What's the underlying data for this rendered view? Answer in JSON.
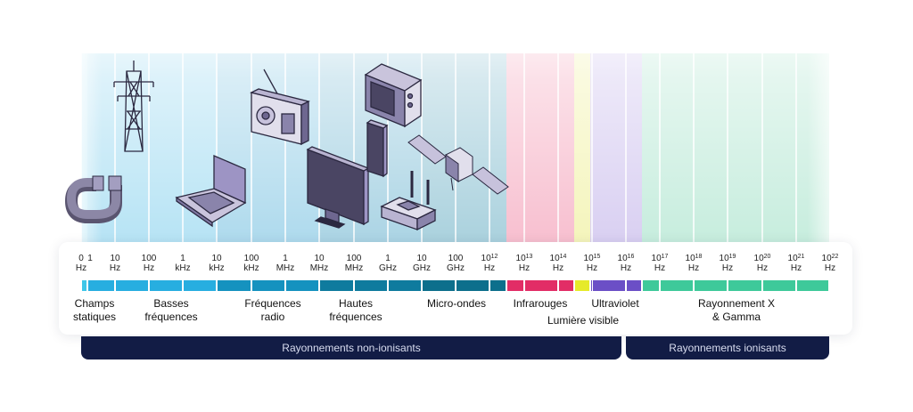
{
  "frequencies": [
    {
      "base": "0",
      "exp": "",
      "unit": "Hz"
    },
    {
      "base": "10",
      "exp": "",
      "unit": "Hz"
    },
    {
      "base": "100",
      "exp": "",
      "unit": "Hz"
    },
    {
      "base": "1",
      "exp": "",
      "unit": "kHz"
    },
    {
      "base": "10",
      "exp": "",
      "unit": "kHz"
    },
    {
      "base": "100",
      "exp": "",
      "unit": "kHz"
    },
    {
      "base": "1",
      "exp": "",
      "unit": "MHz"
    },
    {
      "base": "10",
      "exp": "",
      "unit": "MHz"
    },
    {
      "base": "100",
      "exp": "",
      "unit": "MHz"
    },
    {
      "base": "1",
      "exp": "",
      "unit": "GHz"
    },
    {
      "base": "10",
      "exp": "",
      "unit": "GHz"
    },
    {
      "base": "100",
      "exp": "",
      "unit": "GHz"
    },
    {
      "base": "10",
      "exp": "12",
      "unit": "Hz"
    },
    {
      "base": "10",
      "exp": "13",
      "unit": "Hz"
    },
    {
      "base": "10",
      "exp": "14",
      "unit": "Hz"
    },
    {
      "base": "10",
      "exp": "15",
      "unit": "Hz"
    },
    {
      "base": "10",
      "exp": "16",
      "unit": "Hz"
    },
    {
      "base": "10",
      "exp": "17",
      "unit": "Hz"
    },
    {
      "base": "10",
      "exp": "18",
      "unit": "Hz"
    },
    {
      "base": "10",
      "exp": "19",
      "unit": "Hz"
    },
    {
      "base": "10",
      "exp": "20",
      "unit": "Hz"
    },
    {
      "base": "10",
      "exp": "21",
      "unit": "Hz"
    },
    {
      "base": "10",
      "exp": "22",
      "unit": "Hz"
    }
  ],
  "extra_label": {
    "base": "1",
    "unit": "Hz"
  },
  "bands": [
    {
      "label": "Champs\nstatiques",
      "color": "#3ec6e8",
      "bg": "#bfe9f7"
    },
    {
      "label": "Basses\nfréquences",
      "color": "#27aee0",
      "bg": "#b3e2f4"
    },
    {
      "label": "Fréquences\nradio",
      "color": "#1592bf",
      "bg": "#aad8ec"
    },
    {
      "label": "Hautes\nfréquences",
      "color": "#0f7b9e",
      "bg": "#a7d2e3"
    },
    {
      "label": "Micro-ondes",
      "color": "#0d6f8c",
      "bg": "#a6cfdc"
    },
    {
      "label": "Infrarouges",
      "color": "#e22d66",
      "bg": "#f7bccd"
    },
    {
      "label": "Lumière visible",
      "color": "#e6ea2a",
      "bg": "#f4f4b8"
    },
    {
      "label": "Ultraviolet",
      "color": "#6b4fc6",
      "bg": "#d7cdf1"
    },
    {
      "label": "Rayonnement X\n& Gamma",
      "color": "#3ec99a",
      "bg": "#c4ecdc"
    }
  ],
  "groups": [
    {
      "label": "Rayonnements non-ionisants"
    },
    {
      "label": "Rayonnements ionisants"
    }
  ],
  "icons": [
    "magnet-icon",
    "power-pylon-icon",
    "laptop-icon",
    "radio-icon",
    "monitor-icon",
    "smartphone-icon",
    "microwave-oven-icon",
    "wifi-router-icon",
    "satellite-icon"
  ]
}
